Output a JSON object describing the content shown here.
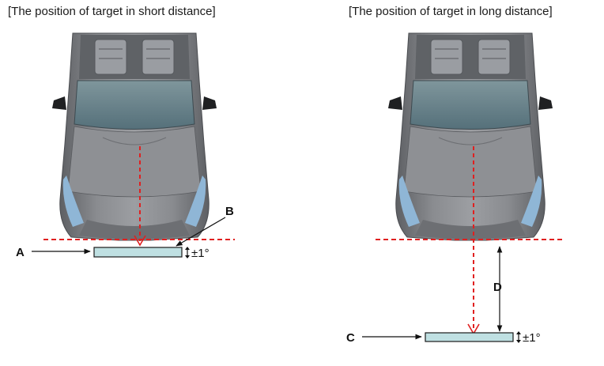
{
  "headings": {
    "short": "[The position of target in short distance]",
    "long": "[The position of target in long distance]"
  },
  "labels": {
    "a": "A",
    "b": "B",
    "c": "C",
    "d": "D"
  },
  "tolerance": "±1°",
  "colors": {
    "reference_line": "#e02020",
    "target_fill": "#bfe0e2",
    "car_body": "#7d7f83",
    "car_glass": "#6e8890",
    "car_headlight": "#8fb6d6"
  },
  "icons": {
    "vehicle": "car-top-view-icon",
    "target": "target-board-icon"
  }
}
